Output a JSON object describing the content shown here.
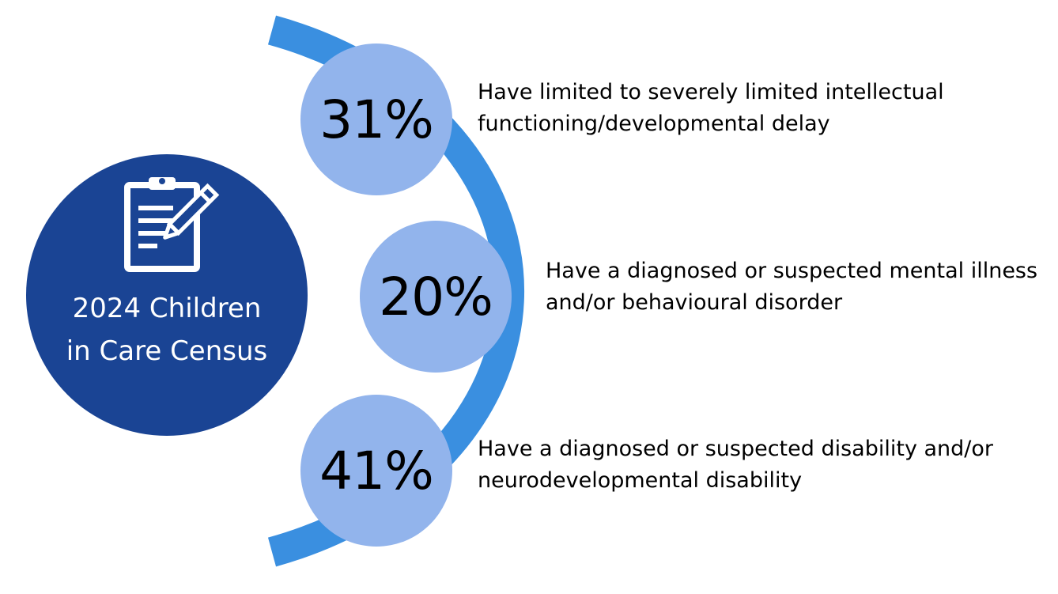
{
  "main": {
    "title_line1": "2024 Children",
    "title_line2": "in Care Census",
    "icon": "clipboard-pencil-icon"
  },
  "stats": [
    {
      "value": "31%",
      "line1": "Have limited to severely limited intellectual",
      "line2": "functioning/developmental delay"
    },
    {
      "value": "20%",
      "line1": "Have a diagnosed or suspected mental illness",
      "line2": "and/or behavioural disorder"
    },
    {
      "value": "41%",
      "line1": "Have a diagnosed or suspected disability and/or",
      "line2": "neurodevelopmental disability"
    }
  ],
  "colors": {
    "main_circle": "#1a4494",
    "stat_circle": "#92b4ec",
    "arc": "#3a8fe0"
  }
}
